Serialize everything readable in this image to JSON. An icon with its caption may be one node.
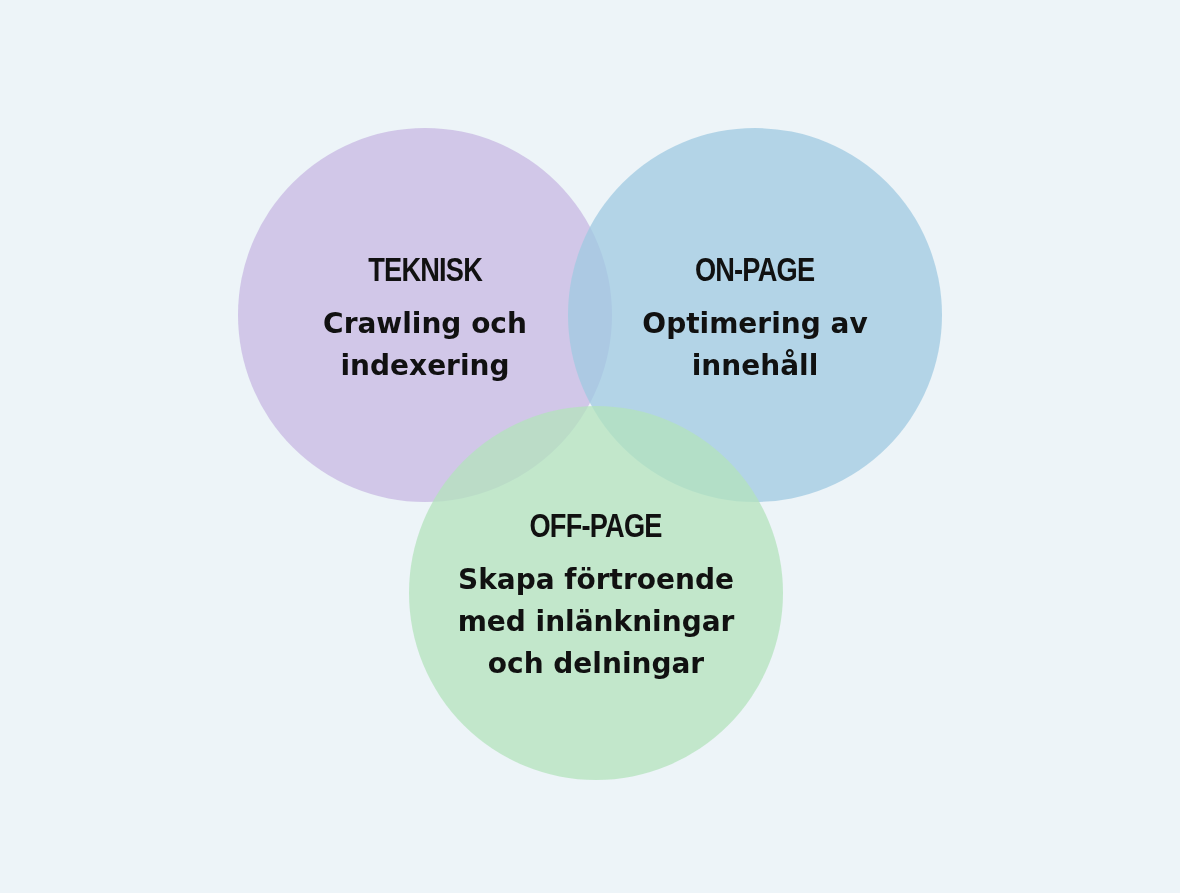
{
  "diagram": {
    "nodes": [
      {
        "text": [
          "TEKNISK",
          "Crawling och indexering"
        ]
      },
      {
        "text": [
          "ON-PAGE",
          "Optimering av innehåll"
        ]
      },
      {
        "text": [
          "OFF-PAGE",
          "Skapa förtroende med inlänkningar och delningar"
        ]
      }
    ],
    "edges": []
  }
}
